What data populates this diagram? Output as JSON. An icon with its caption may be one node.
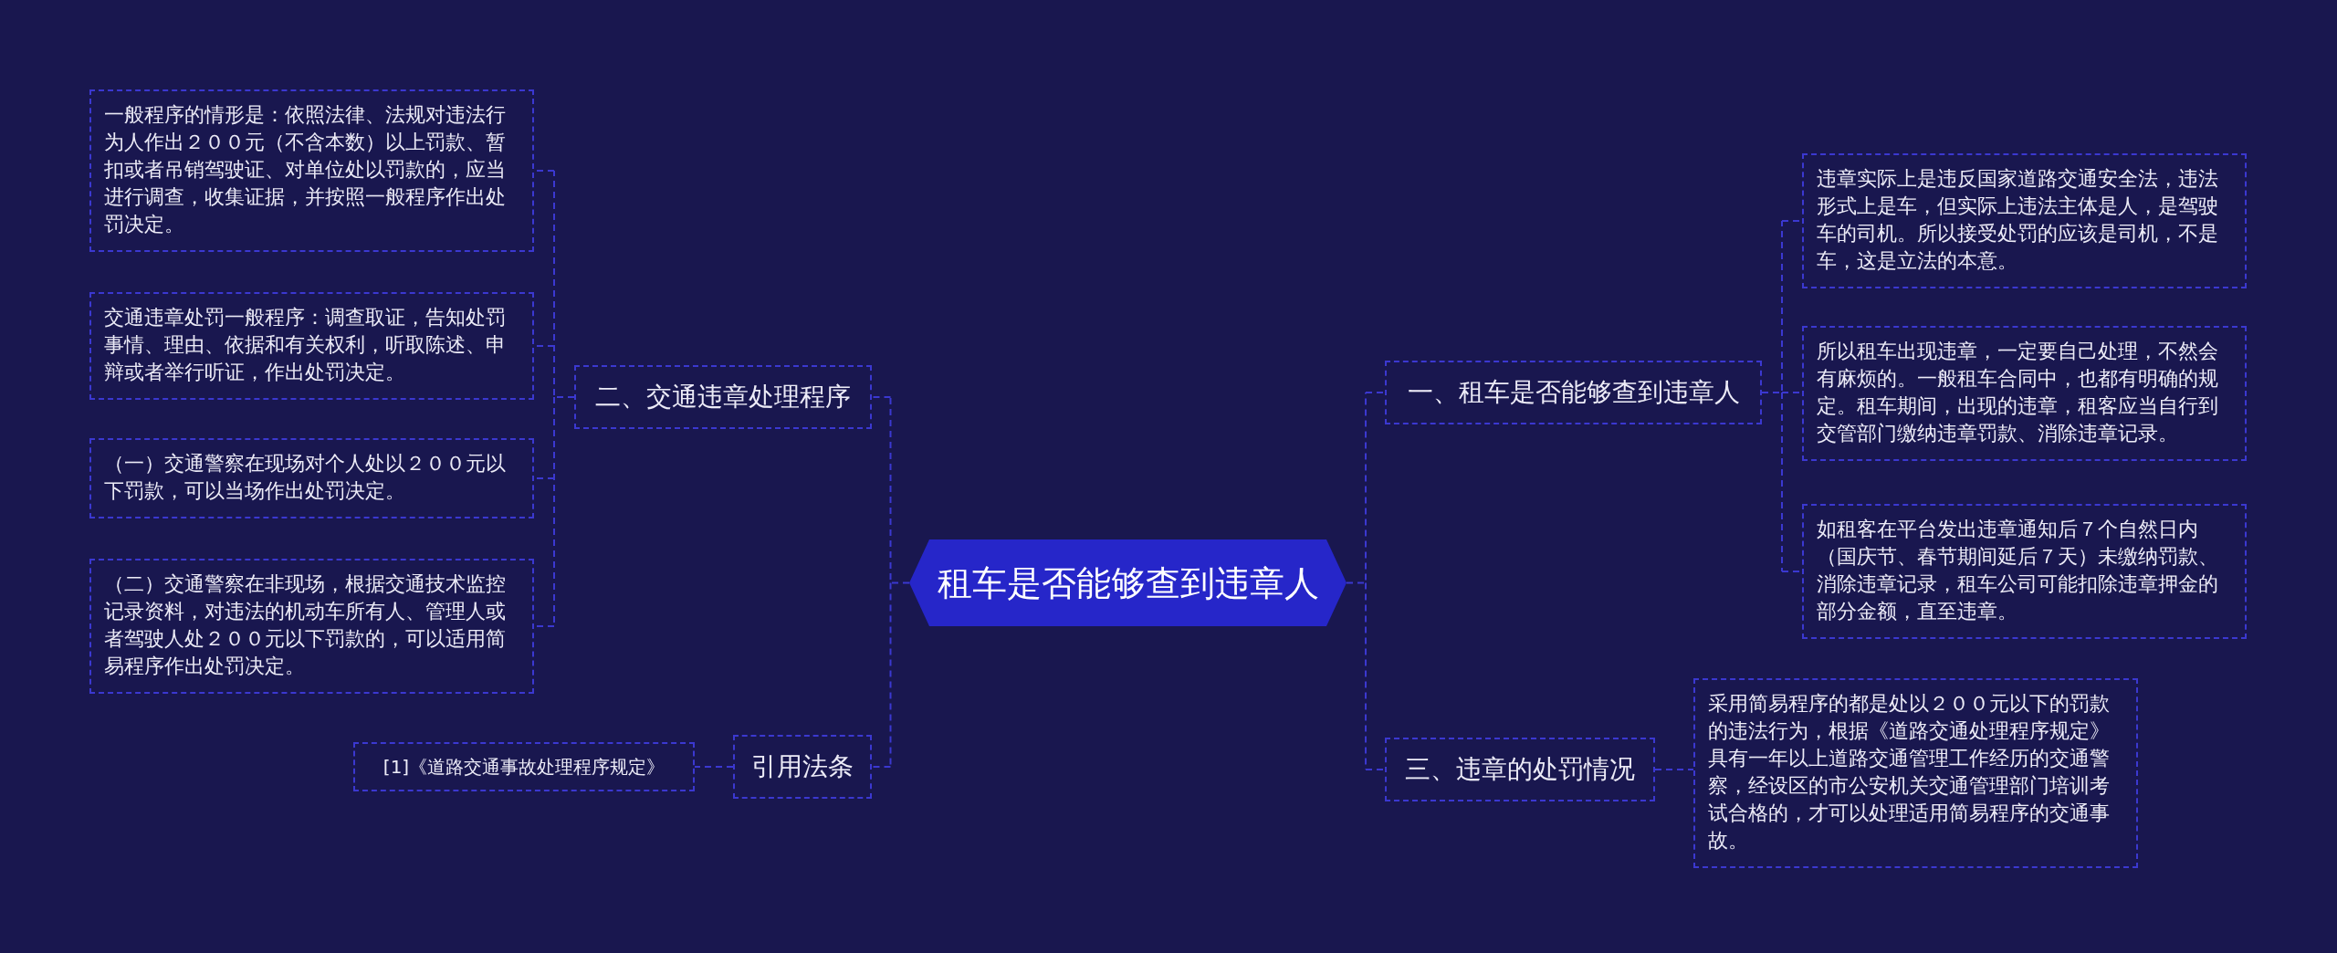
{
  "diagram": {
    "nodes": [
      {
        "text": [
          "租车是否能够查到违章人"
        ]
      },
      {
        "text": [
          "二、交通违章处理程序"
        ]
      },
      {
        "text": [
          "一般程序的情形是：依照法律、法规对违法行为人作出２００元（不含本数）以上罚款、暂扣或者吊销驾驶证、对单位处以罚款的，应当进行调查，收集证据，并按照一般程序作出处罚决定。"
        ]
      },
      {
        "text": [
          "交通违章处罚一般程序：调查取证，告知处罚事情、理由、依据和有关权利，听取陈述、申辩或者举行听证，作出处罚决定。"
        ]
      },
      {
        "text": [
          "（一）交通警察在现场对个人处以２００元以下罚款，可以当场作出处罚决定。"
        ]
      },
      {
        "text": [
          "（二）交通警察在非现场，根据交通技术监控记录资料，对违法的机动车所有人、管理人或者驾驶人处２００元以下罚款的，可以适用简易程序作出处罚决定。"
        ]
      },
      {
        "text": [
          "引用法条"
        ]
      },
      {
        "text": [
          "[1]《道路交通事故处理程序规定》"
        ]
      },
      {
        "text": [
          "一、租车是否能够查到违章人"
        ]
      },
      {
        "text": [
          "违章实际上是违反国家道路交通安全法，违法形式上是车，但实际上违法主体是人，是驾驶车的司机。所以接受处罚的应该是司机，不是车，这是立法的本意。"
        ]
      },
      {
        "text": [
          "所以租车出现违章，一定要自己处理，不然会有麻烦的。一般租车合同中，也都有明确的规定。租车期间，出现的违章，租客应当自行到交管部门缴纳违章罚款、消除违章记录。"
        ]
      },
      {
        "text": [
          "如租客在平台发出违章通知后７个自然日内（国庆节、春节期间延后７天）未缴纳罚款、消除违章记录，租车公司可能扣除违章押金的部分金额，直至违章。"
        ]
      },
      {
        "text": [
          "三、违章的处罚情况"
        ]
      },
      {
        "text": [
          "采用简易程序的都是处以２００元以下的罚款的违法行为，根据《道路交通处理程序规定》具有一年以上道路交通管理工作经历的交通警察，经设区的市公安机关交通管理部门培训考试合格的，才可以处理适用简易程序的交通事故。"
        ]
      }
    ],
    "edges": [
      {
        "from": 0,
        "to": 1,
        "arrow": "none",
        "style": "dashed"
      },
      {
        "from": 1,
        "to": 2,
        "arrow": "none",
        "style": "dashed"
      },
      {
        "from": 1,
        "to": 3,
        "arrow": "none",
        "style": "dashed"
      },
      {
        "from": 1,
        "to": 4,
        "arrow": "none",
        "style": "dashed"
      },
      {
        "from": 1,
        "to": 5,
        "arrow": "none",
        "style": "dashed"
      },
      {
        "from": 0,
        "to": 6,
        "arrow": "none",
        "style": "dashed"
      },
      {
        "from": 6,
        "to": 7,
        "arrow": "none",
        "style": "dashed"
      },
      {
        "from": 0,
        "to": 8,
        "arrow": "none",
        "style": "dashed"
      },
      {
        "from": 8,
        "to": 9,
        "arrow": "none",
        "style": "dashed"
      },
      {
        "from": 8,
        "to": 10,
        "arrow": "none",
        "style": "dashed"
      },
      {
        "from": 8,
        "to": 11,
        "arrow": "none",
        "style": "dashed"
      },
      {
        "from": 0,
        "to": 12,
        "arrow": "none",
        "style": "dashed"
      },
      {
        "from": 12,
        "to": 13,
        "arrow": "none",
        "style": "dashed"
      }
    ]
  }
}
